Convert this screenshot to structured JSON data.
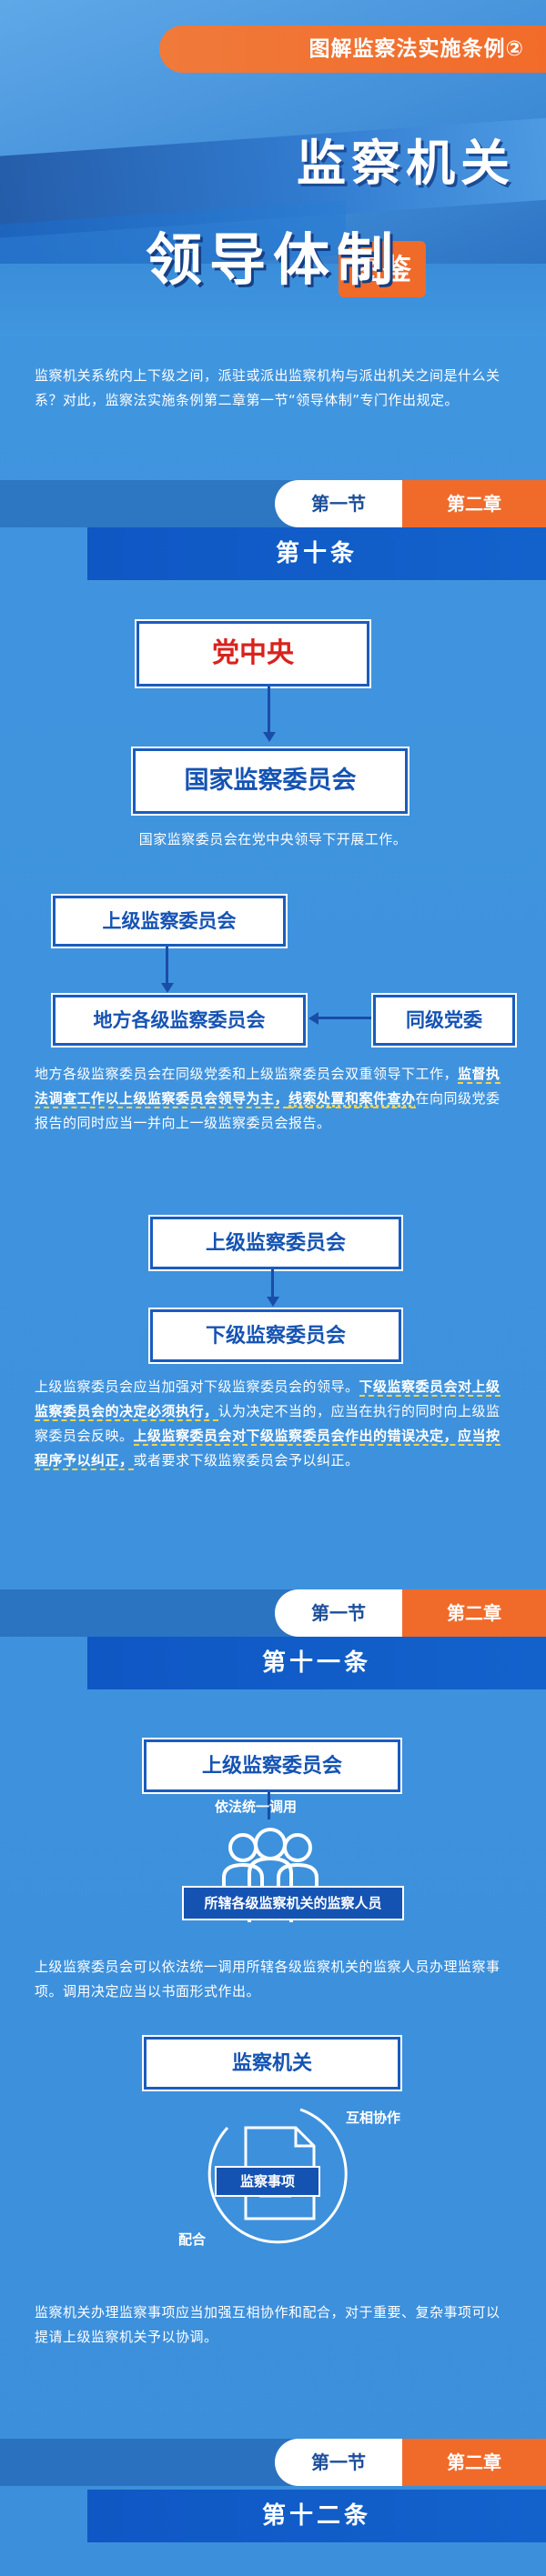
{
  "header": {
    "series": "图解监察法实施条例②",
    "title_line1": "监察机关",
    "title_line2": "领导体制",
    "tag": "图鉴"
  },
  "intro": "监察机关系统内上下级之间，派驻或派出监察机构与派出机关之间是什么关系？对此，监察法实施条例第二章第一节“领导体制”专门作出规定。",
  "sections": [
    {
      "chapter": "第二章",
      "section": "第一节",
      "article": "第十条"
    },
    {
      "chapter": "第二章",
      "section": "第一节",
      "article": "第十一条"
    },
    {
      "chapter": "第二章",
      "section": "第一节",
      "article": "第十二条"
    }
  ],
  "art10": {
    "box_party": "党中央",
    "box_national": "国家监察委员会",
    "text1": "国家监察委员会在党中央领导下开展工作。",
    "box_upper": "上级监察委员会",
    "box_local": "地方各级监察委员会",
    "box_party_committee": "同级党委",
    "text2_a": "地方各级监察委员会在同级党委和上级监察委员会双重领导下工作，",
    "text2_b": "监督执法调查工作以上级监察委员会领导为主，",
    "text2_c": "线索处置和案件查办",
    "text2_d": "在向同级党委报告的同时应当一并向上一级监察委员会报告。",
    "box_upper2": "上级监察委员会",
    "box_lower2": "下级监察委员会",
    "text3_a": "上级监察委员会应当加强对下级监察委员会的领导。",
    "text3_b": "下级监察委员会对上级监察委员会的决定必须执行，",
    "text3_c": "认为决定不当的，应当在执行的同时向上级监察委员会反映。",
    "text3_d": "上级监察委员会对下级监察委员会作出的错误决定，应当按程序予以纠正，",
    "text3_e": "或者要求下级监察委员会予以纠正。"
  },
  "art11": {
    "box_upper": "上级监察委员会",
    "label_transfer": "依法统一调用",
    "label_staff": "所辖各级监察机关的监察人员",
    "text1": "上级监察委员会可以依法统一调用所辖各级监察机关的监察人员办理监察事项。调用决定应当以书面形式作出。",
    "box_organ": "监察机关",
    "label_coop": "互相协作",
    "label_matter": "监察事项",
    "label_assist": "配合",
    "text2": "监察机关办理监察事项应当加强互相协作和配合，对于重要、复杂事项可以提请上级监察机关予以协调。"
  },
  "colors": {
    "background": "#3f93de",
    "orange": "#f06a2a",
    "navy": "#1553b3",
    "party_red": "#d8231d",
    "highlight": "#f5d54a"
  }
}
